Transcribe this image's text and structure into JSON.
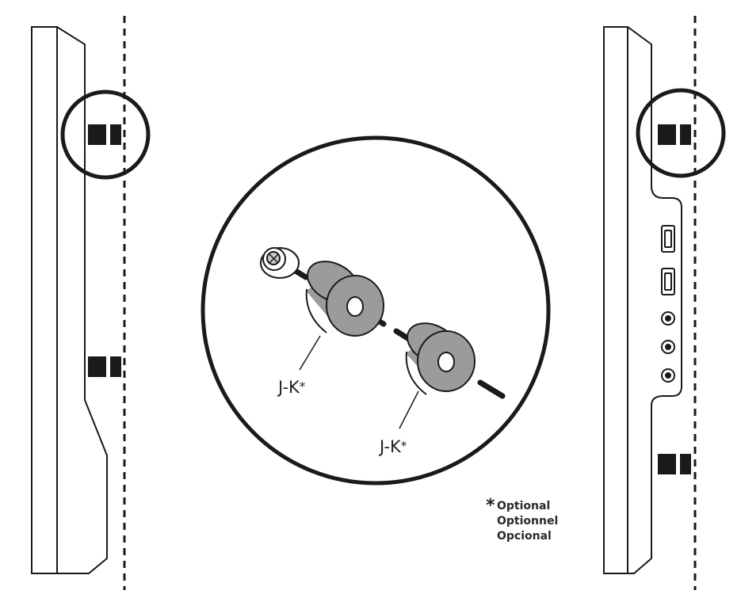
{
  "labels": {
    "spacer_top": "J-K",
    "spacer_bottom": "J-K",
    "asterisk": "*"
  },
  "footnote": {
    "asterisk": "*",
    "lines": [
      "Optional",
      "Optionnel",
      "Opcional"
    ]
  },
  "colors": {
    "line": "#1a1a1a",
    "spacer_fill": "#9b9b9b",
    "background": "#ffffff"
  }
}
